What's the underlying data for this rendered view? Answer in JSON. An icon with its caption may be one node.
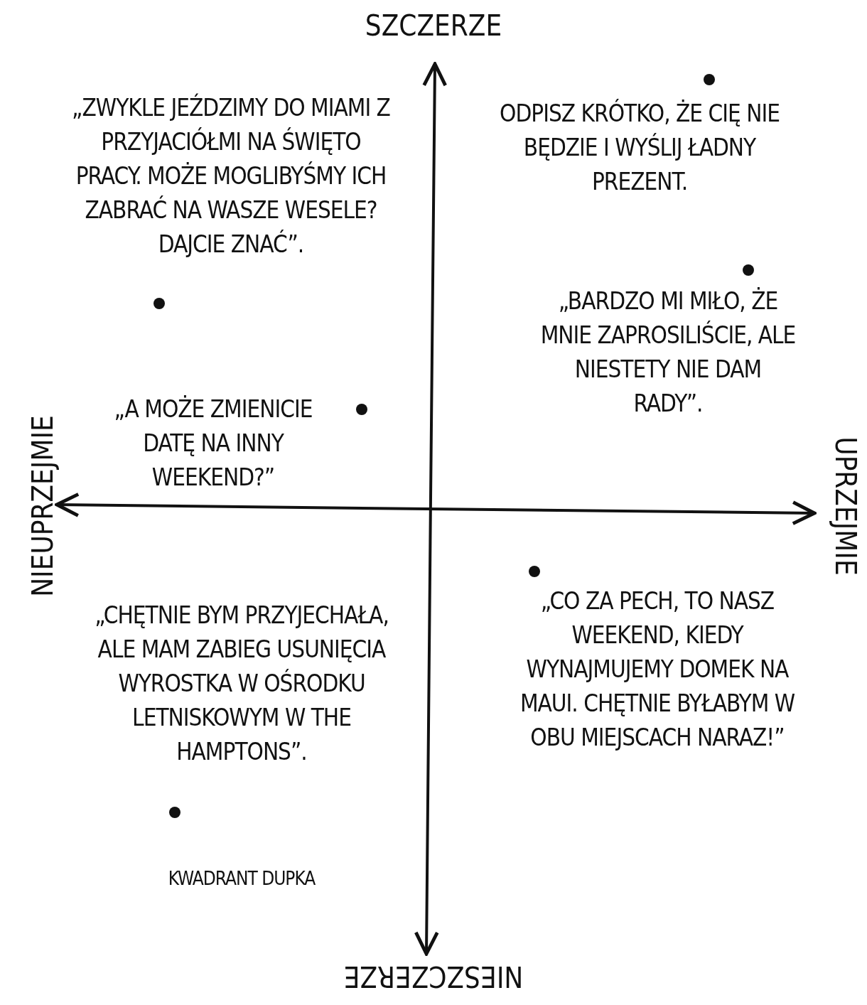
{
  "diagram": {
    "labels": [
      "SZCZERZE",
      "„ZWYKLE JEŹDZIMY DO MIAMI Z PRZYJACIÓŁMI NA ŚWIĘTO PRACY. MOŻE MOGLIBYŚMY ICH ZABRAĆ NA WASZE WESELE? DAJCIE ZNAĆ”.",
      "ODPISZ KRÓTKO, ŻE CIĘ NIE BĘDZIE I WYŚLIJ ŁADNY PREZENT.",
      "„BARDZO MI MIŁO, ŻE MNIE ZAPROSILIŚCIE, ALE NIESTETY NIE DAM RADY”.",
      "NIEUPRZEJMIE",
      "„A MOŻE ZMIENICIE DATĘ NA INNY WEEKEND?”",
      "UPRZEJMIE",
      "„CHĘTNIE BYM PRZYJECHAŁA, ALE MAM ZABIEG USUNIĘCIA WYROSTKA W OŚRODKU LETNISKOWYM W THE HAMPTONS”.",
      "„CO ZA PECH, TO NASZ WEEKEND, KIEDY WYNAJMUJEMY DOMEK NA MAUI. CHĘTNIE BYŁABYM W OBU MIEJSCACH NARAZ!”",
      "KWADRANT DUPKA",
      "NIESZCZERZE"
    ]
  }
}
